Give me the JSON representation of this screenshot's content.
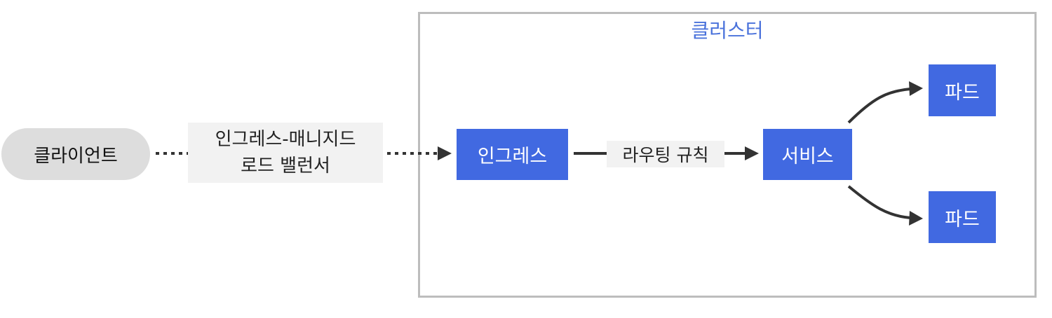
{
  "cluster": {
    "label": "클러스터"
  },
  "client": {
    "label": "클라이언트"
  },
  "load_balancer": {
    "line1": "인그레스-매니지드",
    "line2": "로드 밸런서"
  },
  "ingress": {
    "label": "인그레스"
  },
  "routing_rule": {
    "label": "라우팅 규칙"
  },
  "service": {
    "label": "서비스"
  },
  "pods": [
    {
      "label": "파드"
    },
    {
      "label": "파드"
    }
  ],
  "colors": {
    "node_fill": "#4169e1",
    "cluster_label": "#4a72db",
    "cluster_border": "#bdbdbd",
    "client_fill": "#dddddd",
    "label_bg": "#f2f2f2",
    "connector": "#333333"
  }
}
